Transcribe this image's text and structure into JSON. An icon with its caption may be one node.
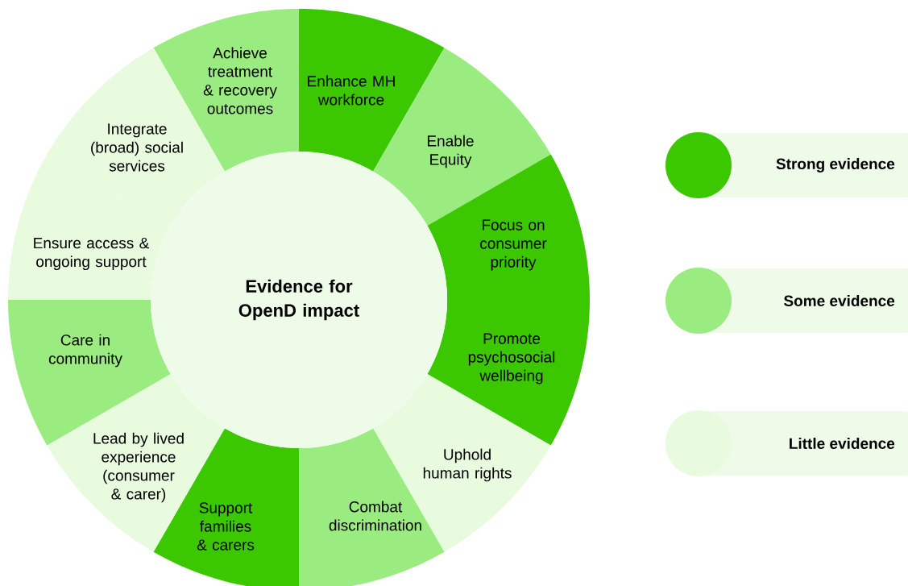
{
  "diagram": {
    "nodes": [
      {
        "text": [
          "Evidence for OpenD impact"
        ]
      },
      {
        "text": [
          "Achieve treatment & recovery outcomes"
        ]
      },
      {
        "text": [
          "Enhance MH workforce"
        ]
      },
      {
        "text": [
          "Enable Equity"
        ]
      },
      {
        "text": [
          "Focus on consumer priority"
        ]
      },
      {
        "text": [
          "Promote psychosocial wellbeing"
        ]
      },
      {
        "text": [
          "Uphold human rights"
        ]
      },
      {
        "text": [
          "Combat discrimination"
        ]
      },
      {
        "text": [
          "Support families & carers"
        ]
      },
      {
        "text": [
          "Lead by lived experience (consumer & carer)"
        ]
      },
      {
        "text": [
          "Care in community"
        ]
      },
      {
        "text": [
          "Ensure access & ongoing support"
        ]
      },
      {
        "text": [
          "Integrate (broad) social services"
        ]
      }
    ],
    "legend": [
      {
        "text": "Strong evidence",
        "color": "#3cc800"
      },
      {
        "text": "Some evidence",
        "color": "#9bec80"
      },
      {
        "text": "Little evidence",
        "color": "#e8fbde"
      }
    ]
  }
}
